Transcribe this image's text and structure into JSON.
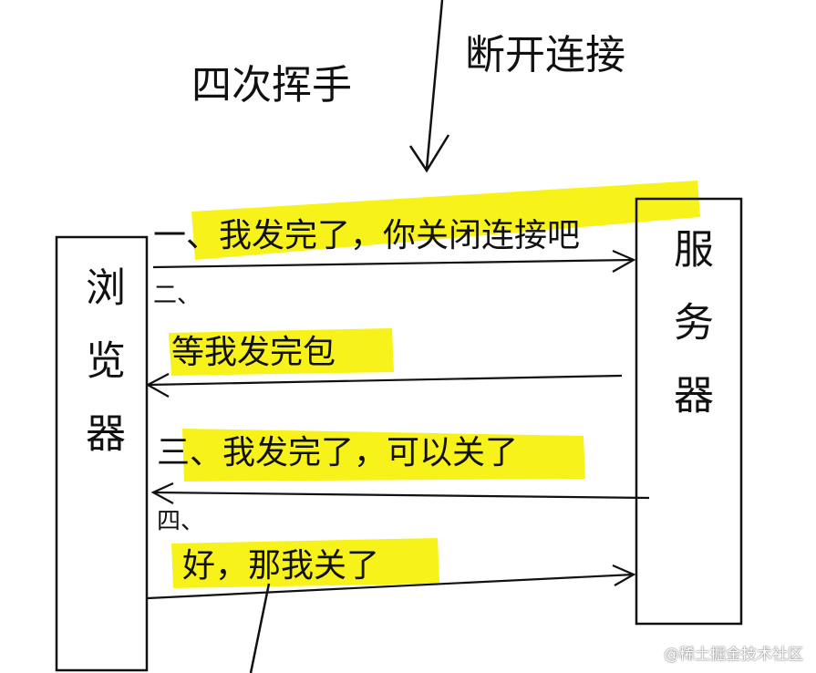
{
  "title": {
    "left": "四次挥手",
    "right": "断开连接"
  },
  "browser_label": "浏览器",
  "server_label": "服务器",
  "messages": [
    {
      "step": "一、",
      "text": "我发完了，你关闭连接吧",
      "direction": "browser-to-server"
    },
    {
      "step": "二、",
      "text": "等我发完包",
      "direction": "server-to-browser"
    },
    {
      "step": "三、",
      "text": "我发完了，可以关了",
      "direction": "server-to-browser"
    },
    {
      "step": "四、",
      "text": "好，那我关了",
      "direction": "browser-to-server"
    }
  ],
  "colors": {
    "highlight": "#f7f21a",
    "ink": "#111111"
  },
  "watermark": "@稀土掘金技术社区"
}
